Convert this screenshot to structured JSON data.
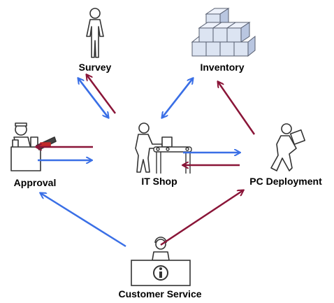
{
  "nodes": {
    "survey": {
      "label": "Survey"
    },
    "inventory": {
      "label": "Inventory"
    },
    "approval": {
      "label": "Approval"
    },
    "it_shop": {
      "label": "IT Shop"
    },
    "pc_deployment": {
      "label": "PC Deployment"
    },
    "customer_service": {
      "label": "Customer Service"
    }
  },
  "colors": {
    "blue_arrow": "#3a6fe6",
    "red_arrow": "#8a1538",
    "figure_fill": "#ffffff",
    "figure_stroke": "#333333",
    "box_face": "#dce4f2",
    "box_top": "#eef2fb",
    "box_side": "#b9c6e0"
  }
}
